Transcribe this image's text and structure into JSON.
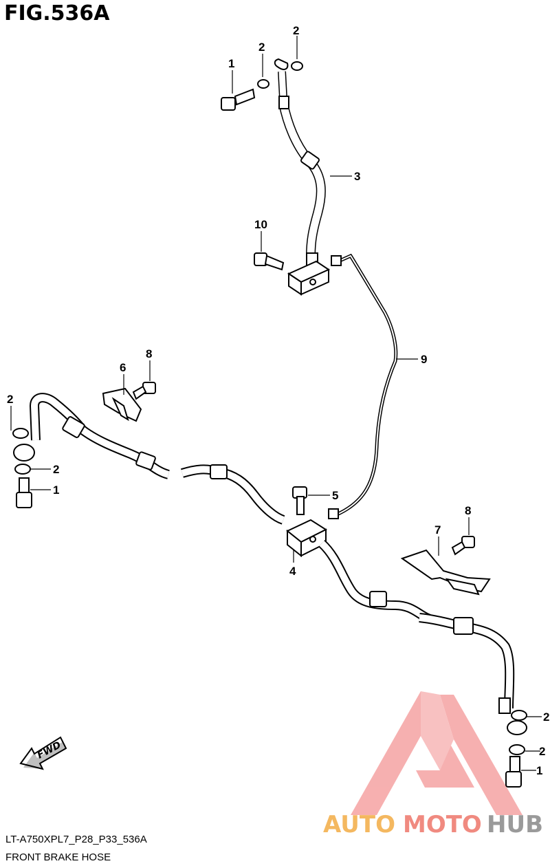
{
  "figure": {
    "title": "FIG.536A",
    "code": "LT-A750XPL7_P28_P33_536A",
    "description": "FRONT BRAKE HOSE"
  },
  "callouts": [
    {
      "id": "c1a",
      "label": "1"
    },
    {
      "id": "c2a",
      "label": "2"
    },
    {
      "id": "c2b",
      "label": "2"
    },
    {
      "id": "c3",
      "label": "3"
    },
    {
      "id": "c10",
      "label": "10"
    },
    {
      "id": "c9",
      "label": "9"
    },
    {
      "id": "c6",
      "label": "6"
    },
    {
      "id": "c8a",
      "label": "8"
    },
    {
      "id": "c2c",
      "label": "2"
    },
    {
      "id": "c2d",
      "label": "2"
    },
    {
      "id": "c1b",
      "label": "1"
    },
    {
      "id": "c5",
      "label": "5"
    },
    {
      "id": "c4",
      "label": "4"
    },
    {
      "id": "c7",
      "label": "7"
    },
    {
      "id": "c8b",
      "label": "8"
    },
    {
      "id": "c2e",
      "label": "2"
    },
    {
      "id": "c2f",
      "label": "2"
    },
    {
      "id": "c1c",
      "label": "1"
    }
  ],
  "direction_arrow": {
    "label": "FWD",
    "icon": "fwd-arrow-icon"
  },
  "watermark": {
    "parts": [
      "AUTO",
      "MOTO",
      "HUB"
    ],
    "colors": {
      "auto": "#f4b860",
      "moto": "#f08a80",
      "hub": "#9a9a9a",
      "logo": "#f07070"
    }
  }
}
